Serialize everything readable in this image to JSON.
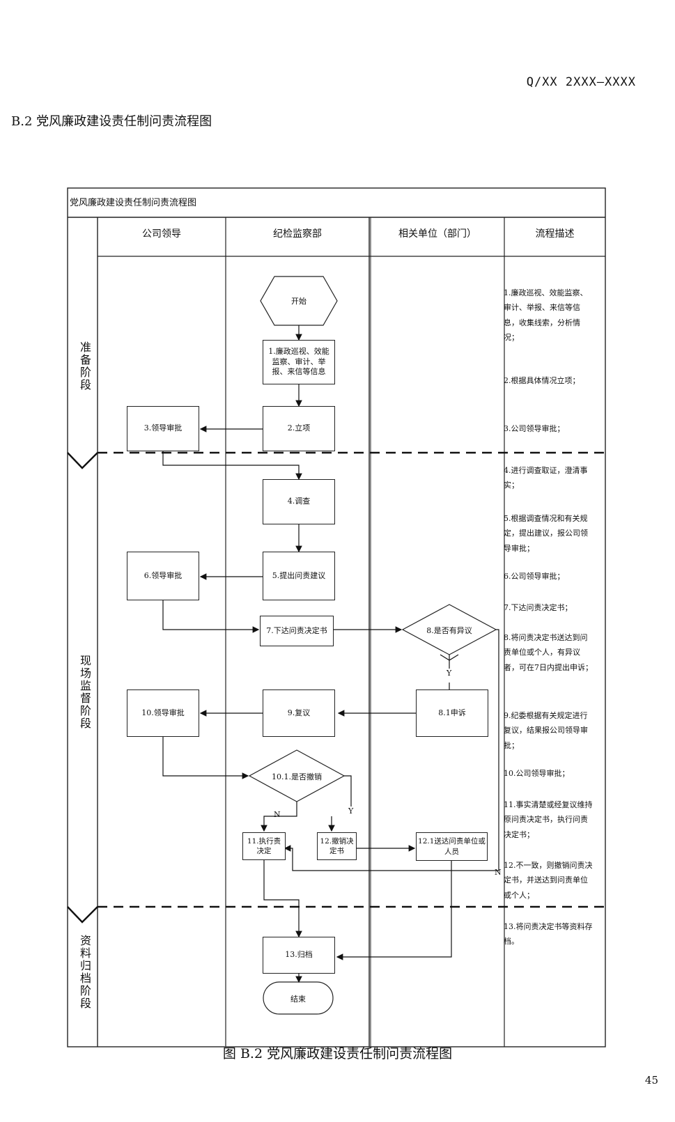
{
  "header": {
    "doc_code": "Q/XX 2XXX—XXXX"
  },
  "section_title": "B.2  党风廉政建设责任制问责流程图",
  "table_title": "党风廉政建设责任制问责流程图",
  "columns": [
    "公司领导",
    "纪检监察部",
    "相关单位（部门）",
    "流程描述"
  ],
  "phases": [
    "准备阶段",
    "现场监督阶段",
    "资料归档阶段"
  ],
  "nodes": {
    "start": "开始",
    "n1": "1.廉政巡视、效能监察、审计、举报、来信等信息",
    "n2": "2.立项",
    "n3": "3.领导审批",
    "n4": "4.调查",
    "n5": "5.提出问责建议",
    "n6": "6.领导审批",
    "n7": "7.下达问责决定书",
    "n8": "8.是否有异议",
    "n81": "8.1申诉",
    "n9": "9.复议",
    "n10": "10.领导审批",
    "n101": "10.1.是否撤销",
    "n11": "11.执行责决定",
    "n12": "12.撤销决定书",
    "n121": "12.1送达问责单位或人员",
    "n13": "13.归档",
    "end": "结束"
  },
  "flow_labels": {
    "yes": "Y",
    "no": "N"
  },
  "descriptions": [
    "1.廉政巡视、效能监察、审计、举报、来信等信息，收集线索，分析情况；",
    "2.根据具体情况立项；",
    "3.公司领导审批；",
    "4.进行调查取证，澄清事实；",
    "5.根据调查情况和有关规定，提出建议，报公司领导审批；",
    "6.公司领导审批；",
    "7.下达问责决定书；",
    "8.将问责决定书送达到问责单位或个人，有异议者，可在7日内提出申诉；",
    "9.纪委根据有关规定进行复议，结果报公司领导审批；",
    "10.公司领导审批；",
    "11.事实清楚或经复议维持原问责决定书，执行问责决定书；",
    "12.不一致，则撤销问责决定书，并送达到问责单位或个人；",
    "13.将问责决定书等资料存档。"
  ],
  "caption": "图 B.2  党风廉政建设责任制问责流程图",
  "page_number": "45"
}
